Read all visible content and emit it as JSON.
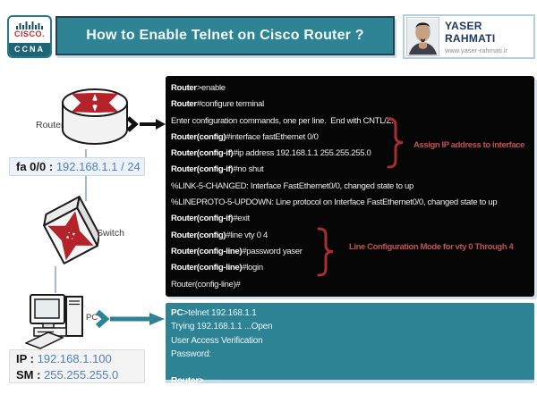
{
  "header": {
    "badge": {
      "brand": "CISCO.",
      "sub": "CCNA"
    },
    "title": "How to Enable Telnet on Cisco Router ?",
    "author": {
      "name": "YASER RAHMATI",
      "site": "www.yaser-rahmati.ir"
    }
  },
  "diagram": {
    "router_label": "Router",
    "switch_label": "Switch",
    "pc_label": "PC",
    "fa": {
      "label": "fa 0/0 :",
      "value": "192.168.1.1 / 24"
    },
    "ip": {
      "label": "IP :",
      "value": "192.168.1.100"
    },
    "sm": {
      "label": "SM :",
      "value": "255.255.255.0"
    }
  },
  "terminal": {
    "lines": [
      {
        "prompt": "Router",
        "rest": ">enable"
      },
      {
        "prompt": "Router",
        "rest": "#configure terminal"
      },
      {
        "prompt": "",
        "rest": "Enter configuration commands, one per line.  End with CNTL/Z."
      },
      {
        "prompt": "Router(config)",
        "rest": "#interface fastEthernet 0/0"
      },
      {
        "prompt": "Router(config-if)",
        "rest": "#ip address 192.168.1.1 255.255.255.0"
      },
      {
        "prompt": "Router(config-if)",
        "rest": "#no shut"
      },
      {
        "prompt": "",
        "rest": "%LINK-5-CHANGED: Interface FastEthernet0/0, changed state to up"
      },
      {
        "prompt": "",
        "rest": "%LINEPROTO-5-UPDOWN: Line protocol on Interface FastEthernet0/0, changed state to up"
      },
      {
        "prompt": "Router(config-if)",
        "rest": "#exit"
      },
      {
        "prompt": "Router(config)",
        "rest": "#line vty 0 4"
      },
      {
        "prompt": "Router(config-line)",
        "rest": "#password yaser"
      },
      {
        "prompt": "Router(config-line)",
        "rest": "#login"
      },
      {
        "prompt": "",
        "rest": "Router(config-line)#"
      }
    ]
  },
  "pc_terminal": {
    "lines": [
      {
        "prompt": "PC",
        "rest": ">telnet 192.168.1.1"
      },
      {
        "prompt": "",
        "rest": "Trying 192.168.1.1 ...Open"
      },
      {
        "prompt": "",
        "rest": "User Access Verification"
      },
      {
        "prompt": "",
        "rest": "Password:"
      },
      {
        "prompt": "",
        "rest": ""
      },
      {
        "prompt": "Router>",
        "rest": ""
      }
    ]
  },
  "annotations": {
    "assign_ip": "Assign IP address to interface",
    "line_config": "Line Configuration Mode for vty 0 Through 4"
  },
  "icons": {
    "router": "cisco-router-cylinder",
    "switch": "cisco-switch-box",
    "pc": "desktop-computer",
    "flow_arrow": "chevron-right-arrow",
    "brace": "right-curly-brace"
  },
  "colors": {
    "teal": "#2e8394",
    "dark_teal": "#1d6477",
    "terminal_bg": "#060606",
    "annotation_red": "#b03232",
    "cisco_red": "#c1272d",
    "value_blue": "#4f81bd",
    "light_blue_edge": "#c9dbe9"
  }
}
